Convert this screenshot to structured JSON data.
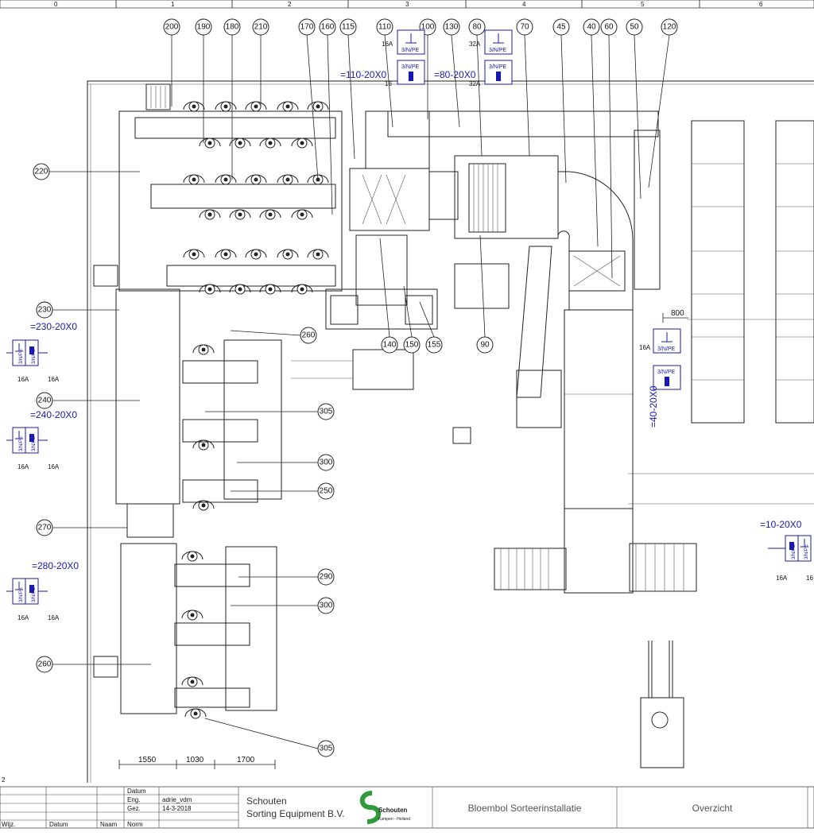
{
  "grid": [
    "0",
    "1",
    "2",
    "3",
    "4",
    "5",
    "6"
  ],
  "tags": [
    "200",
    "190",
    "180",
    "210",
    "170",
    "160",
    "115",
    "110",
    "100",
    "130",
    "80",
    "70",
    "45",
    "40",
    "60",
    "50",
    "120",
    "220",
    "230",
    "240",
    "270",
    "260",
    "260",
    "140",
    "150",
    "155",
    "90",
    "305",
    "300",
    "250",
    "290",
    "300",
    "305"
  ],
  "panels": {
    "p110": "=110-20X0",
    "p80": "=80-20X0",
    "p230": "=230-20X0",
    "p240": "=240-20X0",
    "p280": "=280-20X0",
    "p40": "=40-20X0",
    "p10": "=10-20X0"
  },
  "sockets": {
    "plug_label": "3/N/PE",
    "amp16": "16A",
    "amp32": "32A",
    "amp16_short": "16",
    "amp16_cut": "16"
  },
  "dimensions": {
    "d800": "800",
    "d1550": "1550",
    "d1030": "1030",
    "d1700": "1700"
  },
  "sheet_number": "2",
  "title_block": {
    "labels": {
      "datum": "Datum",
      "eng": "Eng.",
      "gez": "Gez.",
      "norm": "Norm",
      "wijz": "Wijz.",
      "datum2": "Datum",
      "naam": "Naam"
    },
    "engineer": "adrie_vdm",
    "date": "14-3-2018",
    "company_line1": "Schouten",
    "company_line2": "Sorting Equipment B.V.",
    "logo_name": "Schouten",
    "logo_sub": "Kampen - Holland",
    "project": "Bloembol Sorteerinstallatie",
    "sheet_title": "Overzicht"
  },
  "colors": {
    "line": "#222222",
    "electrical": "#1a1ab0",
    "logo_green": "#2e9a3a"
  }
}
